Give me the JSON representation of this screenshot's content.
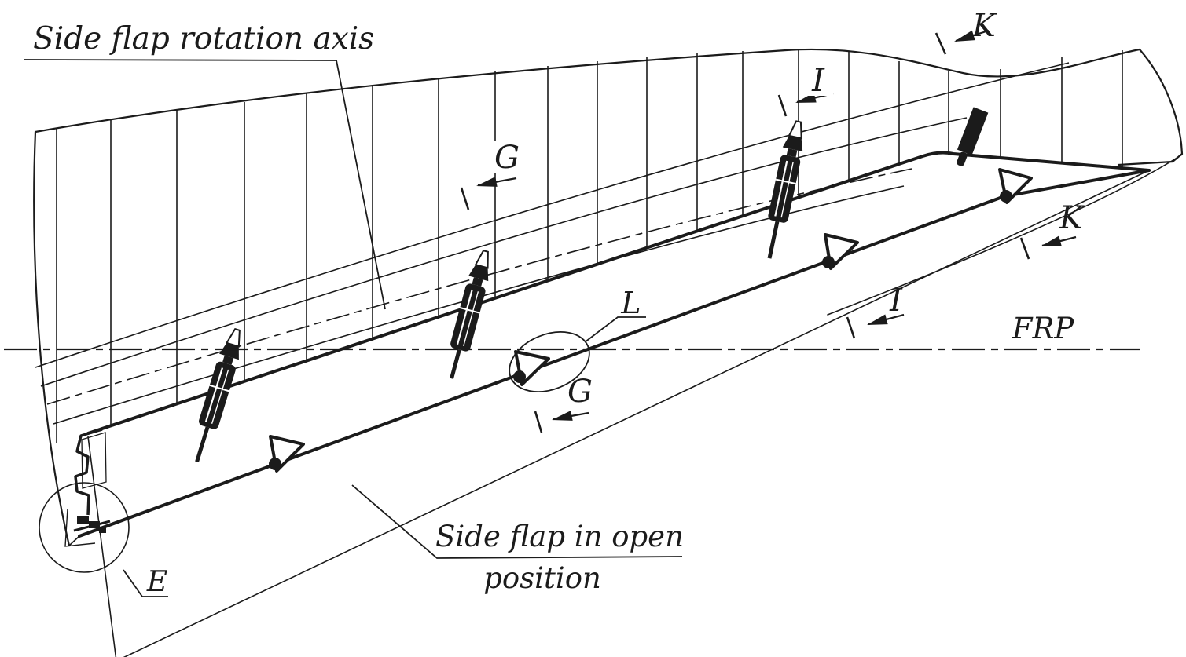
{
  "drawing": {
    "type": "technical-line-drawing",
    "subject": "Ship side flap arrangement, side view",
    "callouts": {
      "rotation_axis": "Side flap rotation axis",
      "open_position_line1": "Side flap in open",
      "open_position_line2": "position",
      "reference_line": "FRP"
    },
    "section_marks": [
      {
        "letter": "K",
        "position": "top-right"
      },
      {
        "letter": "I",
        "position": "upper-right"
      },
      {
        "letter": "G",
        "position": "upper-middle"
      },
      {
        "letter": "G",
        "position": "lower-middle"
      },
      {
        "letter": "I",
        "position": "lower-right"
      },
      {
        "letter": "K",
        "position": "far-right"
      }
    ],
    "detail_marks": [
      {
        "letter": "E",
        "shape": "circle",
        "position": "lower-left latch"
      },
      {
        "letter": "L",
        "shape": "ellipse",
        "position": "middle actuator foot hinge"
      }
    ],
    "actuator_count": "4",
    "palette": {
      "ink": "#1b1b1b",
      "paper": "#ffffff"
    }
  }
}
